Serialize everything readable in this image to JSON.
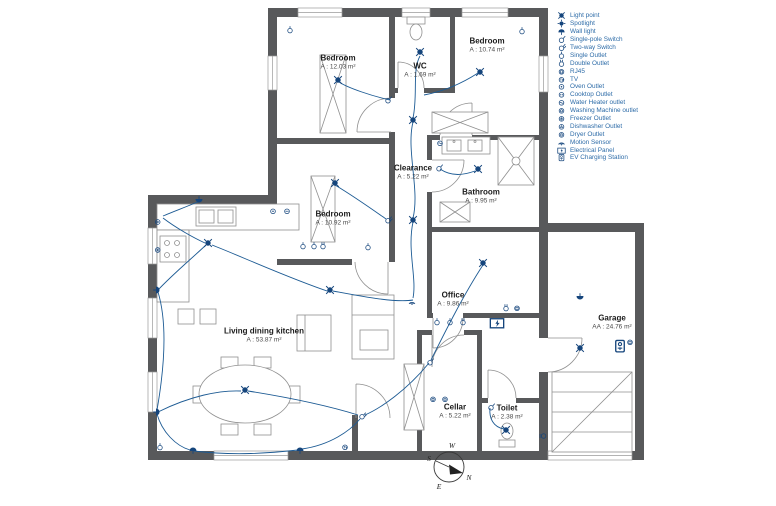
{
  "colors": {
    "wall": "#58595b",
    "wire": "#1d5b94",
    "symbol": "#15457c",
    "legend_text": "#2e6ca8"
  },
  "plan": {
    "rooms": [
      {
        "name": "Bedroom",
        "area": "A : 12.03 m²"
      },
      {
        "name": "WC",
        "area": "A : 1.69 m²"
      },
      {
        "name": "Bedroom",
        "area": "A : 10.74 m²"
      },
      {
        "name": "Bedroom",
        "area": "A : 10.92 m²"
      },
      {
        "name": "Clearance",
        "area": "A : 5.22 m²"
      },
      {
        "name": "Bathroom",
        "area": "A : 9.95 m²"
      },
      {
        "name": "Office",
        "area": "A : 9.86 m²"
      },
      {
        "name": "Living dining kitchen",
        "area": "A : 53.87 m²"
      },
      {
        "name": "Cellar",
        "area": "A : 5.22 m²"
      },
      {
        "name": "Toilet",
        "area": "A : 2.38 m²"
      },
      {
        "name": "Garage",
        "area": "AA : 24.76 m²"
      }
    ]
  },
  "legend": {
    "items": [
      {
        "label": "Light point"
      },
      {
        "label": "Spotlight"
      },
      {
        "label": "Wall light"
      },
      {
        "label": "Single-pole Switch"
      },
      {
        "label": "Two-way Switch"
      },
      {
        "label": "Single Outlet"
      },
      {
        "label": "Double Outlet"
      },
      {
        "label": "RJ45"
      },
      {
        "label": "TV"
      },
      {
        "label": "Oven Outlet"
      },
      {
        "label": "Cooktop Outlet"
      },
      {
        "label": "Water Heater outlet"
      },
      {
        "label": "Washing Machine outlet"
      },
      {
        "label": "Freezer Outlet"
      },
      {
        "label": "Dishwasher Outlet"
      },
      {
        "label": "Dryer Outlet"
      },
      {
        "label": "Motion Sensor"
      },
      {
        "label": "Electrical Panel"
      },
      {
        "label": "EV Charging Station"
      }
    ]
  },
  "compass": {
    "n": "N",
    "s": "S",
    "e": "E",
    "w": "W"
  }
}
